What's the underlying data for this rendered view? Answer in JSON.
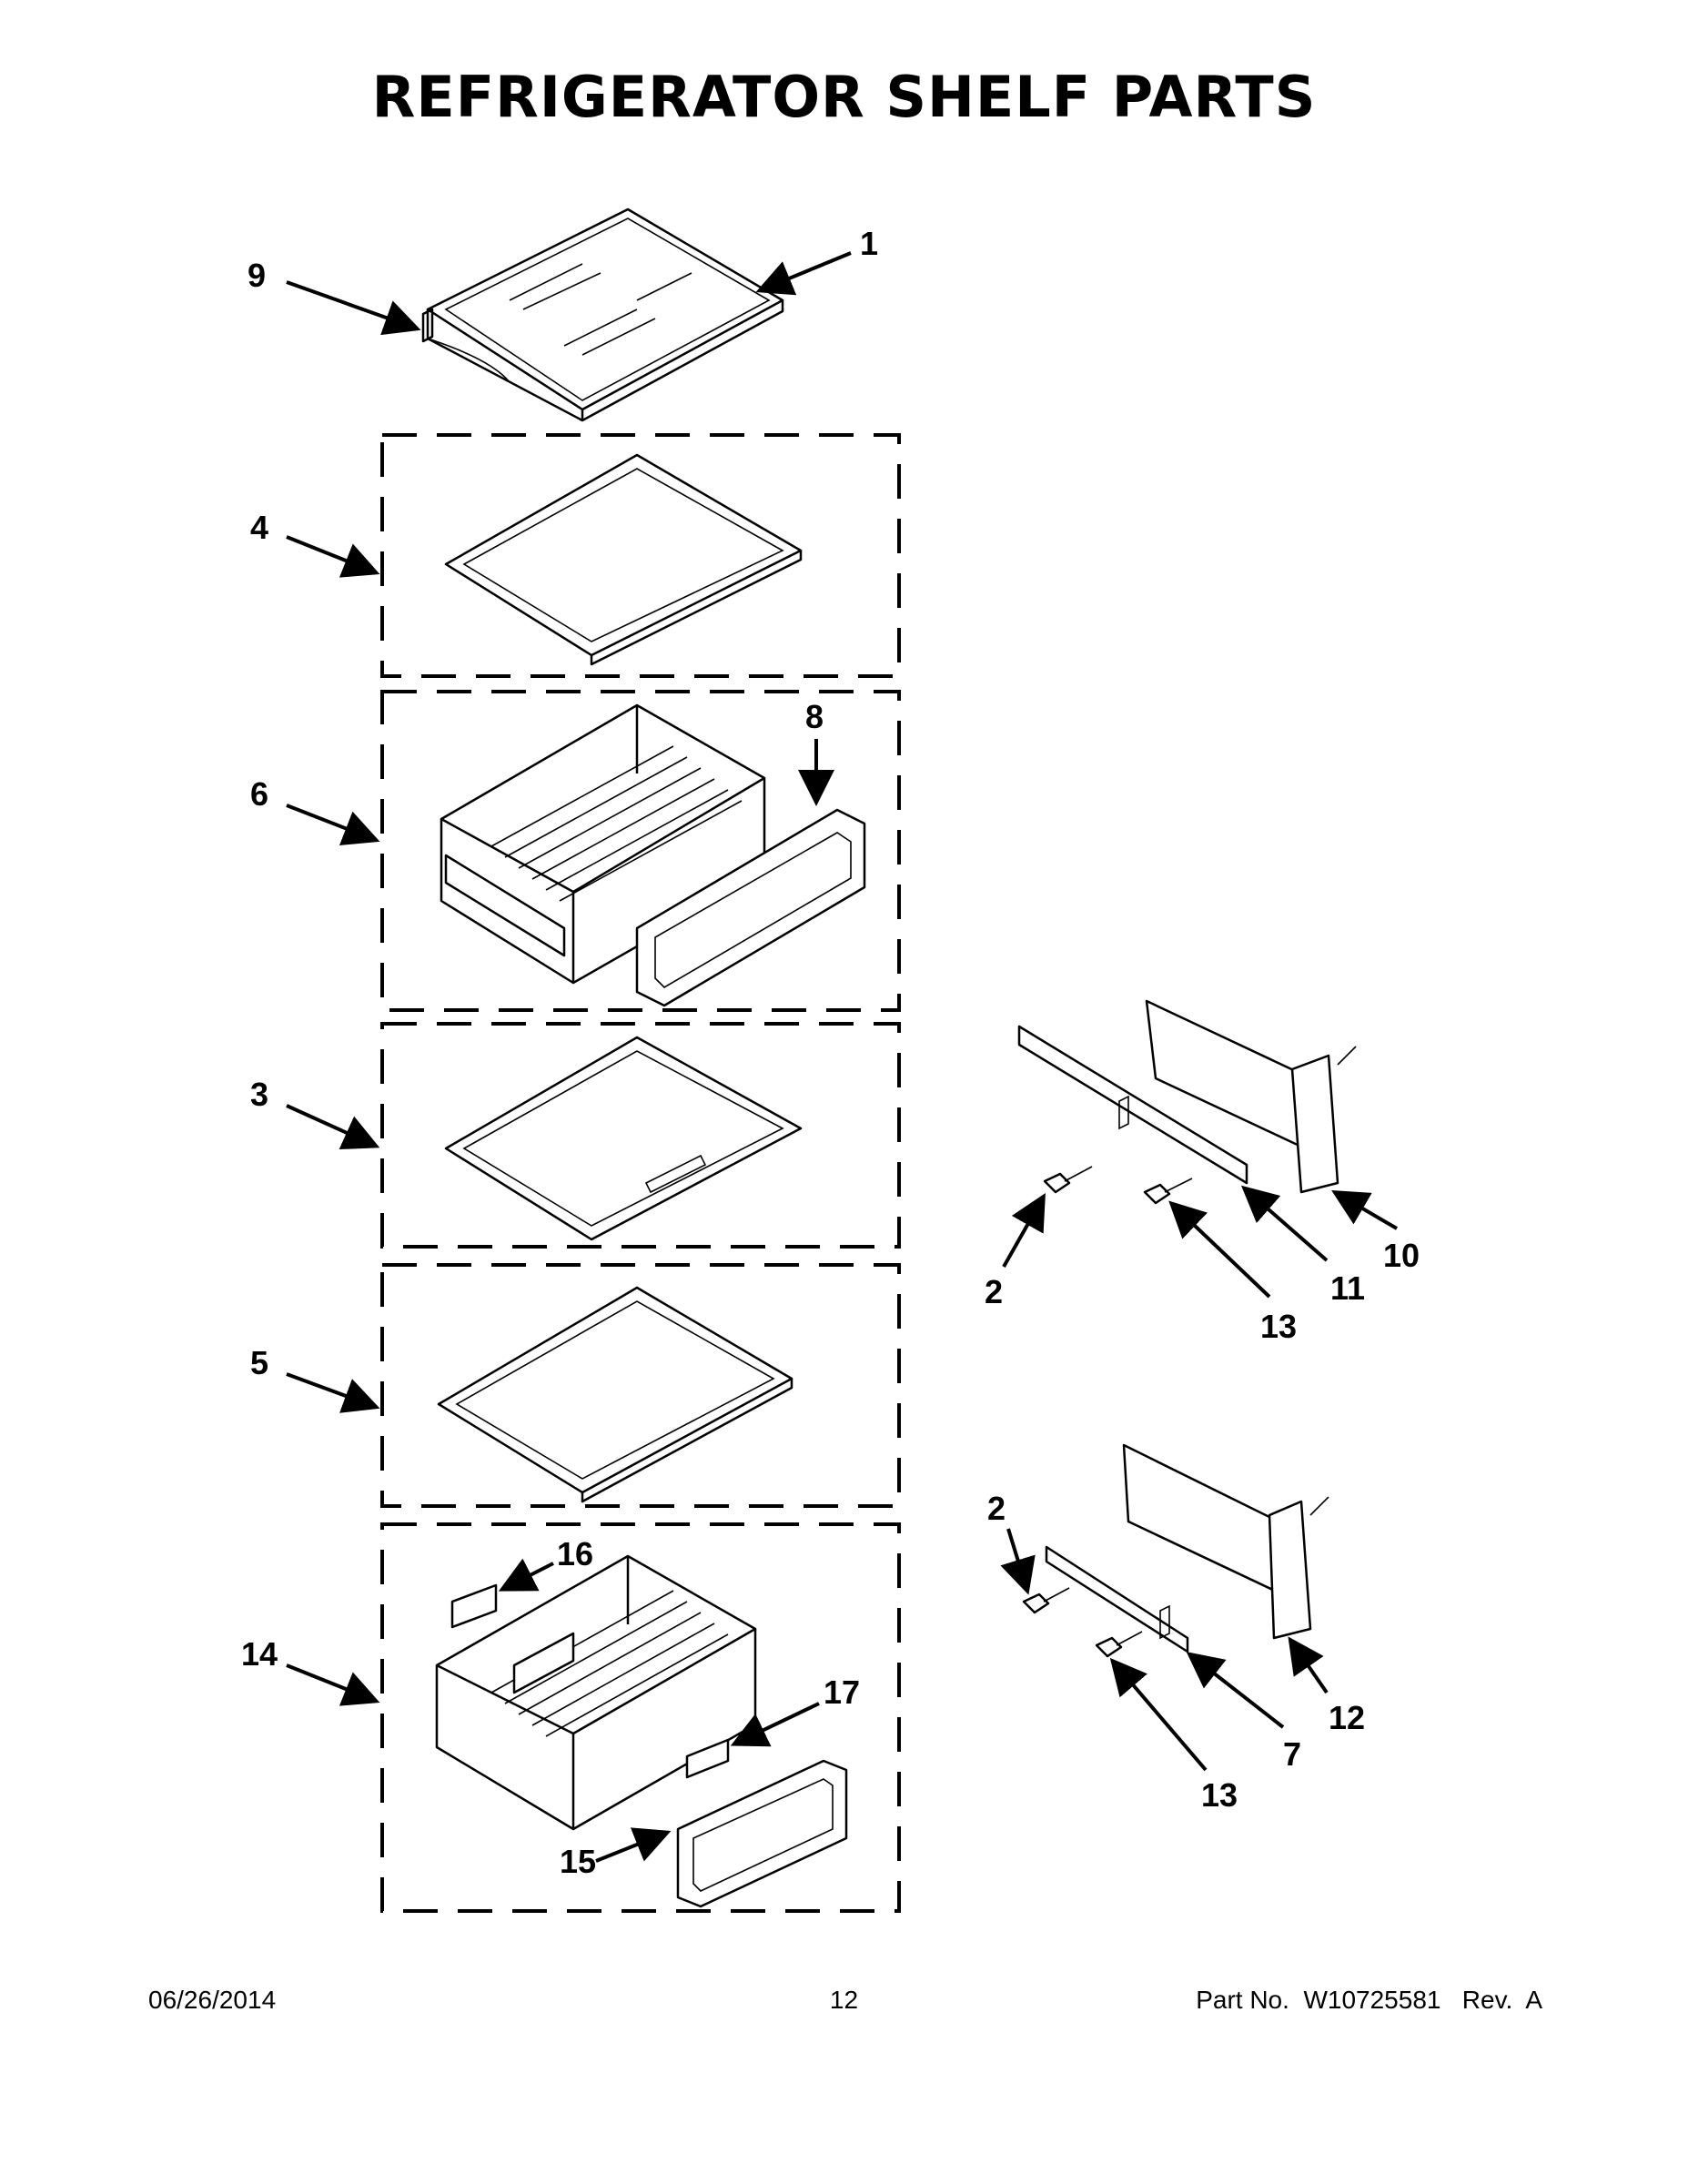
{
  "title": "REFRIGERATOR SHELF PARTS",
  "callouts": {
    "c1": "1",
    "c2a": "2",
    "c2b": "2",
    "c3": "3",
    "c4": "4",
    "c5": "5",
    "c6": "6",
    "c7": "7",
    "c8": "8",
    "c9": "9",
    "c10": "10",
    "c11": "11",
    "c12": "12",
    "c13a": "13",
    "c13b": "13",
    "c14": "14",
    "c15": "15",
    "c16": "16",
    "c17": "17"
  },
  "footer": {
    "date": "06/26/2014",
    "page": "12",
    "part": "Part No.  W10725581   Rev.  A"
  }
}
